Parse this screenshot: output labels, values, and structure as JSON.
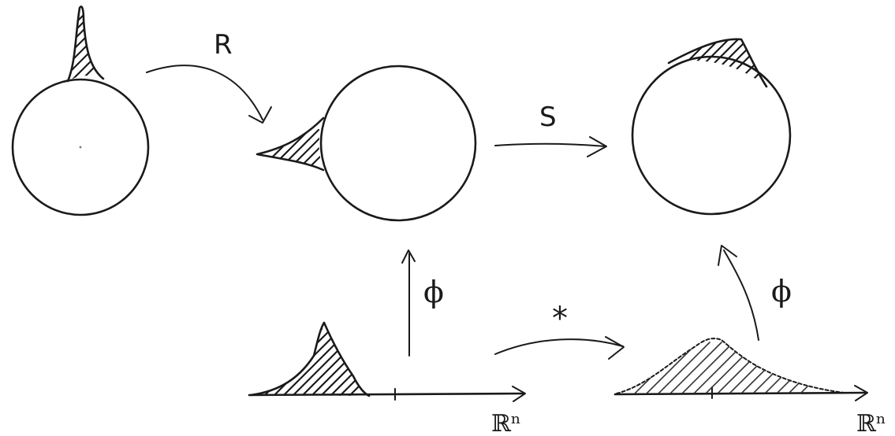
{
  "labels": {
    "R": "R",
    "S": "S",
    "phi_left": "ϕ",
    "phi_right": "ϕ",
    "star": "*",
    "Rn_left": "ℝⁿ",
    "Rn_right": "ℝⁿ"
  }
}
